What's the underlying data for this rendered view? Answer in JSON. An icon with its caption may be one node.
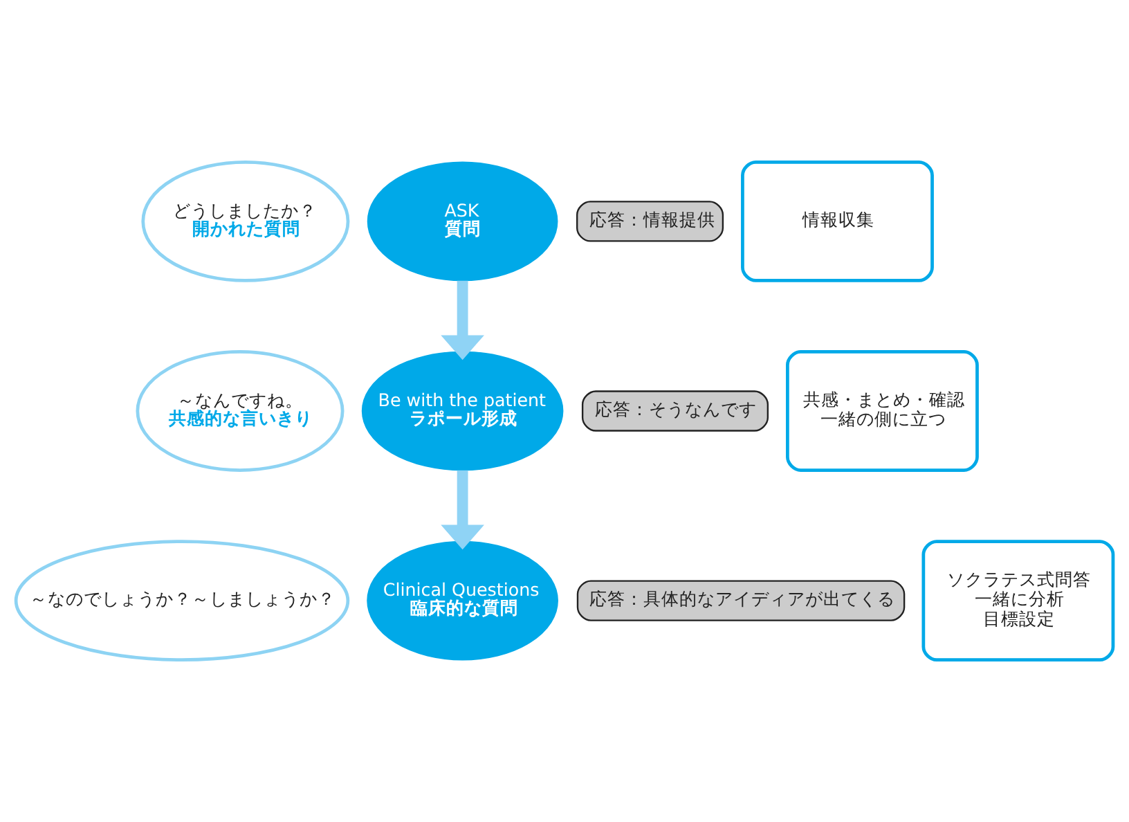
{
  "diagram": {
    "nodes": [
      {
        "text": [
          "どうしましたか？",
          "開かれた質問"
        ]
      },
      {
        "text": [
          "ASK",
          "質問"
        ]
      },
      {
        "text": [
          "情報収集"
        ]
      },
      {
        "text": [
          "応答：情報提供"
        ]
      },
      {
        "text": [
          "～なんですね。",
          "共感的な言いきり"
        ]
      },
      {
        "text": [
          "Be with the patient",
          "ラポール形成"
        ]
      },
      {
        "text": [
          "共感・まとめ・確認",
          "一緒の側に立つ"
        ]
      },
      {
        "text": [
          "応答：そうなんです"
        ]
      },
      {
        "text": [
          "～なのでしょうか？～しましょうか？"
        ]
      },
      {
        "text": [
          "Clinical Questions",
          "臨床的な質問"
        ]
      },
      {
        "text": [
          "ソクラテス式問答",
          "一緒に分析",
          "目標設定"
        ]
      },
      {
        "text": [
          "応答：具体的なアイディアが出てくる"
        ]
      }
    ],
    "edges": [
      {
        "from": 1,
        "to": 5,
        "arrow": "to",
        "color": "#8fd3f5"
      },
      {
        "from": 5,
        "to": 9,
        "arrow": "to",
        "color": "#8fd3f5"
      }
    ]
  }
}
